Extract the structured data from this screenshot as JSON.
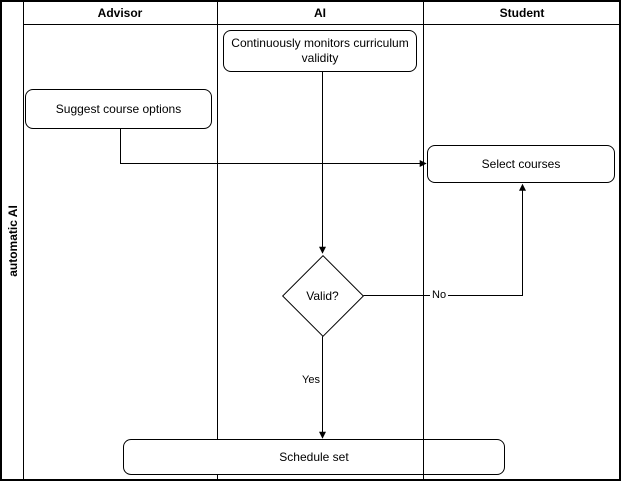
{
  "diagram": {
    "type": "swimlane-flowchart",
    "pool": {
      "label": "automatic AI"
    },
    "lanes": [
      {
        "label": "Advisor"
      },
      {
        "label": "AI"
      },
      {
        "label": "Student"
      }
    ],
    "nodes": [
      {
        "id": "monitor-curriculum",
        "lane": "AI",
        "shape": "rounded-rect",
        "label": "Continuously monitors curriculum\nvalidity"
      },
      {
        "id": "suggest-course-options",
        "lane": "Advisor",
        "shape": "rounded-rect",
        "label": "Suggest course options"
      },
      {
        "id": "select-courses",
        "lane": "Student",
        "shape": "rounded-rect",
        "label": "Select courses"
      },
      {
        "id": "valid-decision",
        "lane": "AI",
        "shape": "diamond",
        "label": "Valid?"
      },
      {
        "id": "schedule-set",
        "lane": "Advisor/AI",
        "shape": "rounded-rect",
        "label": "Schedule set"
      }
    ],
    "edges": [
      {
        "from": "monitor-curriculum",
        "to": "valid-decision",
        "label": ""
      },
      {
        "from": "suggest-course-options",
        "to": "select-courses",
        "label": ""
      },
      {
        "from": "valid-decision",
        "to": "select-courses",
        "label": "No"
      },
      {
        "from": "valid-decision",
        "to": "schedule-set",
        "label": "Yes"
      }
    ],
    "colors": {
      "stroke": "#000000",
      "fill": "#ffffff",
      "text": "#000000"
    }
  }
}
